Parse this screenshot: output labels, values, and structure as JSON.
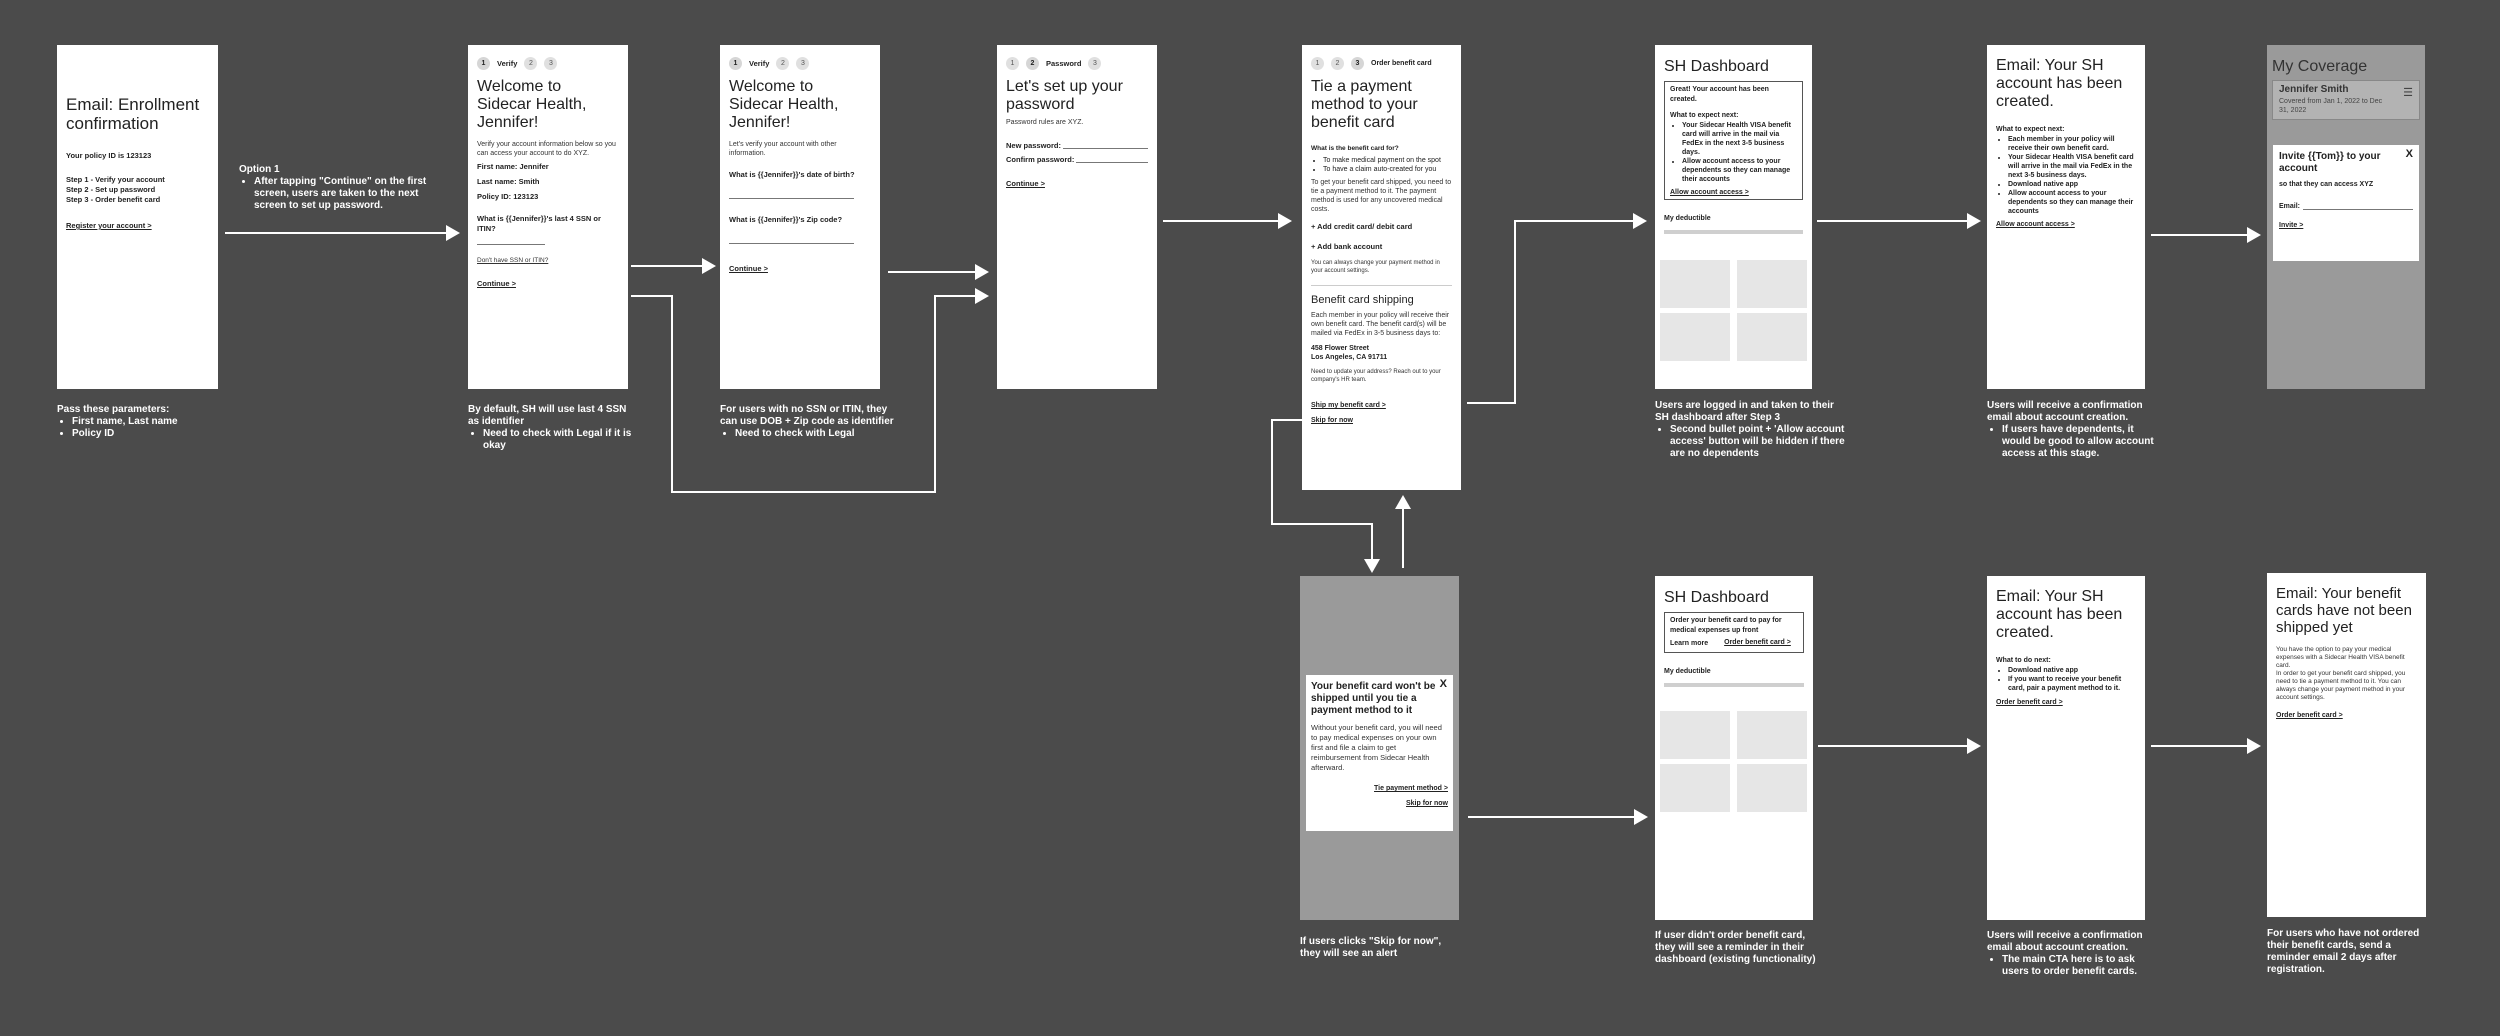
{
  "s1": {
    "title": "Email: Enrollment confirmation",
    "policy": "Your policy ID is 123123",
    "step1": "Step 1 - Verify your account",
    "step2": "Step 2 - Set up password",
    "step3": "Step 3 - Order benefit card",
    "cta": "Register your account >"
  },
  "s2": {
    "step_label": "Verify",
    "title": "Welcome to Sidecar Health, Jennifer!",
    "intro": "Verify your account information below so you can access your account to do XYZ.",
    "first": "First name: Jennifer",
    "last": "Last name: Smith",
    "policy": "Policy ID: 123123",
    "question": "What is {{Jennifer}}'s last 4 SSN or ITIN?",
    "alt": "Don't have SSN or ITIN?",
    "cta": "Continue >"
  },
  "s3": {
    "step_label": "Verify",
    "title": "Welcome to Sidecar Health, Jennifer!",
    "intro": "Let's verify your account with other information.",
    "q1": "What is {{Jennifer}}'s date of birth?",
    "q2": "What is {{Jennifer}}'s Zip code?",
    "cta": "Continue >"
  },
  "s4": {
    "step_label": "Password",
    "title": "Let's set up your password",
    "rules": "Password rules are XYZ.",
    "new_pw": "New password:",
    "confirm_pw": "Confirm password:",
    "cta": "Continue >"
  },
  "s5": {
    "step_label": "Order benefit card",
    "title": "Tie a payment method to your benefit card",
    "q": "What is the benefit card for?",
    "bullets": [
      "To make medical payment on the spot",
      "To have a claim auto-created for you"
    ],
    "para": "To get your benefit card shipped, you need to tie a payment method to it. The payment method is used for any uncovered medical costs.",
    "add_card": "+ Add credit card/ debit card",
    "add_bank": "+ Add bank account",
    "change": "You can always change your payment method in your account settings.",
    "shipping_title": "Benefit card shipping",
    "shipping_para": "Each member in your policy will receive their own benefit card. The benefit card(s) will be mailed via FedEx in 3-5 business days to:",
    "address1": "458 Flower Street",
    "address2": "Los Angeles, CA 91711",
    "address_note": "Need to update your address? Reach out to your company's HR team.",
    "ship": "Ship my benefit card >",
    "skip": "Skip for now"
  },
  "s6": {
    "title": "SH Dashboard",
    "great": "Great! Your account has been created.",
    "expect": "What to expect next:",
    "b1": "Your Sidecar Health VISA benefit card will arrive in the mail via FedEx in the next 3-5 business days.",
    "b2": "Allow account access to your dependents so they can manage their accounts",
    "link": "Allow account access >",
    "deductible": "My deductible"
  },
  "s7": {
    "title": "Email: Your SH account has been created.",
    "expect": "What to expect next:",
    "bullets": [
      "Each member in your policy will receive their own benefit card.",
      "Your Sidecar Health VISA benefit card will arrive in the mail via FedEx in the next 3-5 business days.",
      "Download native app",
      "Allow account access to your dependents so they can manage their accounts"
    ],
    "link": "Allow account access >"
  },
  "s8": {
    "title": "My Coverage",
    "name": "Jennifer Smith",
    "covered": "Covered from Jan 1, 2022 to Dec 31, 2022",
    "invite_title": "Invite {{Tom}} to your account",
    "invite_sub": "so that they can access XYZ",
    "email": "Email:",
    "cta": "Invite >",
    "close": "X"
  },
  "s9": {
    "title": "Your benefit card won't be shipped until you tie a payment method to it",
    "body": "Without your benefit card, you will need to pay medical expenses on your own first and file a claim to get reimbursement from Sidecar Health afterward.",
    "tie": "Tie payment method >",
    "skip": "Skip for now",
    "close": "X"
  },
  "s10": {
    "title": "SH Dashboard",
    "reminder": "Order your benefit card to pay for medical expenses up front",
    "learn": "Learn more",
    "order": "Order benefit card >",
    "deductible": "My deductible"
  },
  "s11": {
    "title": "Email: Your SH account has been created.",
    "todo": "What to do next:",
    "bullets": [
      "Download native app",
      "If you want to receive your benefit card, pair a payment method to it."
    ],
    "link": "Order benefit card >"
  },
  "s12": {
    "title": "Email: Your benefit cards have not been shipped yet",
    "body": "You have the option to pay your medical expenses with a Sidecar Health VISA benefit card.\nIn order to get your benefit card shipped, you need to tie a payment method to it. You can always change your payment method in your account settings.",
    "link": "Order benefit card >"
  },
  "notes": {
    "n1_title": "Pass these parameters:",
    "n1_items": [
      "First name, Last name",
      "Policy ID"
    ],
    "option_title": "Option 1",
    "option_items": [
      "After tapping \"Continue\" on the first screen, users are taken to the next screen to set up password."
    ],
    "n2_title": "By default, SH will use last 4 SSN as identifier",
    "n2_items": [
      "Need to check with Legal if it is okay"
    ],
    "n3_title": "For users with no SSN or ITIN, they can use DOB + Zip code as identifier",
    "n3_items": [
      "Need to check with Legal"
    ],
    "n6_title": "Users are logged in and taken to their SH dashboard after Step 3",
    "n6_items": [
      "Second bullet point + 'Allow account access' button will be hidden if there are no dependents"
    ],
    "n7_title": "Users will receive a confirmation email about account creation.",
    "n7_items": [
      "If users have dependents, it would be good to allow account access at this stage."
    ],
    "n9": "If users clicks \"Skip for now\", they will see an alert",
    "n10": "If user didn't order benefit card, they will see a reminder in their dashboard (existing functionality)",
    "n11_title": "Users will receive a confirmation email about account creation.",
    "n11_items": [
      "The main CTA here is to ask users to order benefit cards."
    ],
    "n12": "For users who have not ordered their benefit cards, send a reminder email 2 days after registration."
  }
}
